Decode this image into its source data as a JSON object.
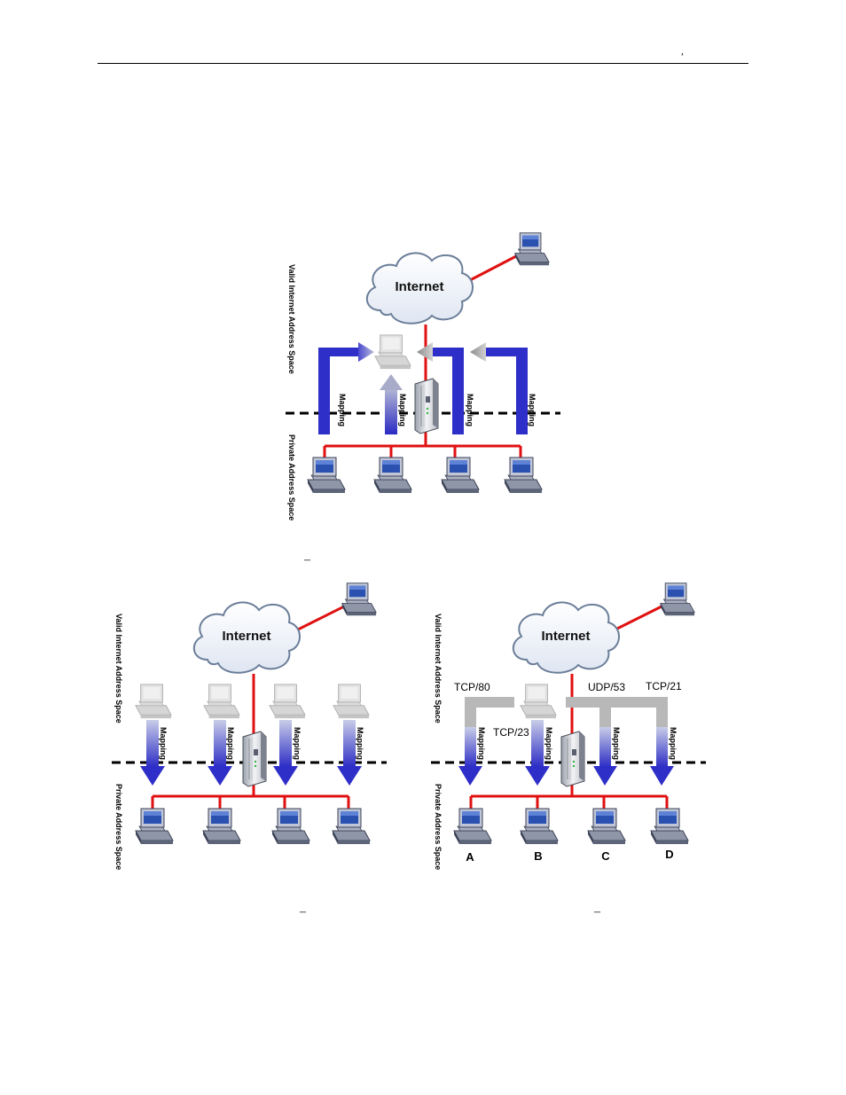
{
  "header": {
    "mark": ","
  },
  "labels": {
    "internet": "Internet",
    "valid_space": "Valid Internet Address Space",
    "private_space": "Private Address Space",
    "mapping": "Mapping"
  },
  "figures": {
    "top": {
      "caption": "–"
    },
    "bottom_left": {
      "caption": "–"
    },
    "bottom_right": {
      "caption": "–",
      "ports": {
        "tcp80": "TCP/80",
        "tcp23": "TCP/23",
        "udp53": "UDP/53",
        "tcp21": "TCP/21"
      },
      "hosts": [
        "A",
        "B",
        "C",
        "D"
      ]
    }
  },
  "colors": {
    "wire": "#e01010",
    "mapping_blue": "#2e2ec8",
    "mapping_gray": "#b8b8b8",
    "cloud_fill": "#f0f4fa",
    "cloud_stroke": "#6b7e99"
  }
}
